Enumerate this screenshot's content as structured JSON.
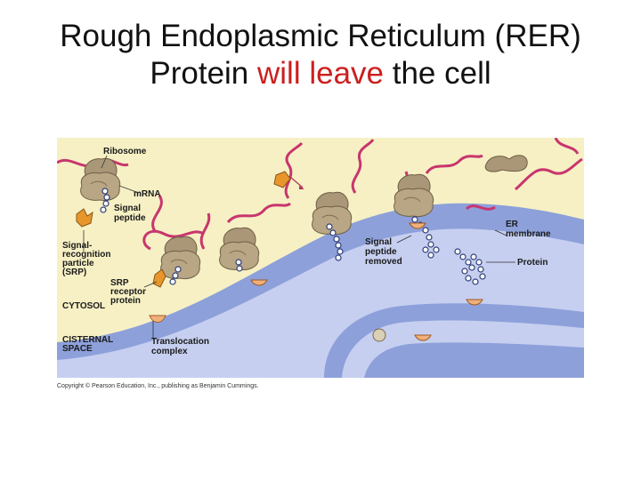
{
  "title": {
    "line1": "Rough Endoplasmic Reticulum (RER)",
    "line2_before": "Protein ",
    "line2_highlight": "will leave",
    "line2_after": " the cell"
  },
  "figure": {
    "labels": {
      "ribosome": "Ribosome",
      "mrna": "mRNA",
      "signal_peptide": [
        "Signal",
        "peptide"
      ],
      "srp": [
        "Signal-",
        "recognition",
        "particle",
        "(SRP)"
      ],
      "srp_receptor": [
        "SRP",
        "receptor",
        "protein"
      ],
      "cytosol": "CYTOSOL",
      "cisternal_space": [
        "CISTERNAL",
        "SPACE"
      ],
      "translocation_complex": [
        "Translocation",
        "complex"
      ],
      "signal_peptide_removed": [
        "Signal",
        "peptide",
        "removed"
      ],
      "er_membrane": [
        "ER",
        "membrane"
      ],
      "protein": "Protein"
    },
    "colors": {
      "background": "#f6f0c4",
      "cytosol": "#f6f0c4",
      "er_membrane": "#7f93d1",
      "er_lumen": "#c6cff0",
      "ribosome": "#a99778",
      "mrna": "#c8356e",
      "srp": "#e8962c"
    }
  },
  "copyright": "Copyright © Pearson Education, Inc., publishing as Benjamin Cummings."
}
